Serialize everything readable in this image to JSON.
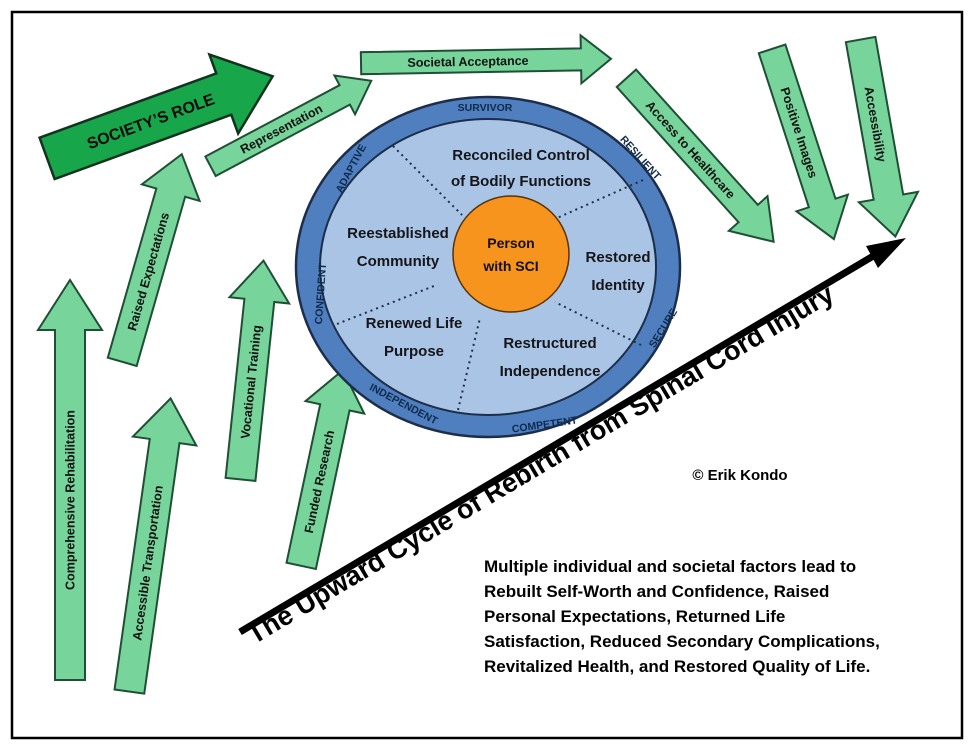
{
  "societys_role": "SOCIETY’S ROLE",
  "top_arrows": {
    "representation": "Representation",
    "societal_acceptance": "Societal Acceptance",
    "access_to_healthcare": "Access to Healthcare",
    "positive_images": "Positive Images",
    "accessibility": "Accessibility"
  },
  "left_arrows": {
    "comprehensive_rehabilitation": "Comprehensive Rehabilitation",
    "raised_expectations": "Raised Expectations",
    "accessible_transportation": "Accessible Transportation",
    "vocational_training": "Vocational Training",
    "funded_research": "Funded Research"
  },
  "ring_words": {
    "survivor": "SURVIVOR",
    "resilient": "RESILIENT",
    "secure": "SECURE",
    "competent": "COMPETENT",
    "independent": "INDEPENDENT",
    "confident": "CONFIDENT",
    "adaptive": "ADAPTIVE"
  },
  "segments": {
    "reconciled_line1": "Reconciled Control",
    "reconciled_line2": "of Bodily Functions",
    "restored_line1": "Restored",
    "restored_line2": "Identity",
    "restructured_line1": "Restructured",
    "restructured_line2": "Independence",
    "renewed_line1": "Renewed Life",
    "renewed_line2": "Purpose",
    "reestablished_line1": "Reestablished",
    "reestablished_line2": "Community"
  },
  "center": {
    "line1": "Person",
    "line2": "with SCI"
  },
  "diagonal_title": "The Upward Cycle of Rebirth from Spinal Cord Injury",
  "copyright": "© Erik Kondo",
  "summary_lines": [
    "Multiple individual and societal factors lead to",
    "Rebuilt Self-Worth and Confidence, Raised",
    "Personal Expectations, Returned Life",
    "Satisfaction, Reduced Secondary Complications,",
    "Revitalized Health, and Restored Quality of Life."
  ],
  "colors": {
    "arrow_light": "#77d49a",
    "arrow_dark": "#18a64b",
    "ring_outer": "#4f7fbf",
    "ring_inner": "#a9c4e4",
    "center": "#f7941d",
    "border": "#000000"
  }
}
